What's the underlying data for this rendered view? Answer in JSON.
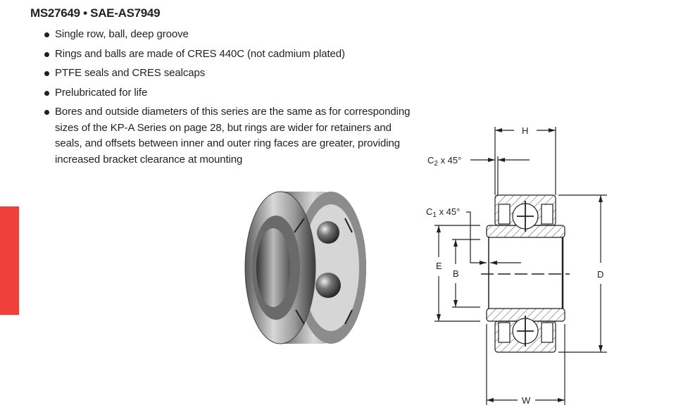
{
  "heading": "MS27649 • SAE-AS7949",
  "features": [
    "Single row, ball, deep groove",
    "Rings and balls are made of CRES 440C (not cadmium plated)",
    "PTFE seals and CRES sealcaps",
    "Prelubricated for life",
    "Bores and outside diameters of this series are the same as for corresponding sizes of the KP-A Series on page 28, but rings are wider for retainers and seals, and offsets between inner and outer ring faces are greater, providing increased bracket clearance at mounting"
  ],
  "diagram": {
    "H": "H",
    "C2": "C",
    "C2_sub": "2",
    "C2_rest": " x 45°",
    "C1": "C",
    "C1_sub": "1",
    "C1_rest": " x 45°",
    "E": "E",
    "B": "B",
    "D": "D",
    "W": "W"
  },
  "colors": {
    "accent_tab": "#f0403a"
  }
}
